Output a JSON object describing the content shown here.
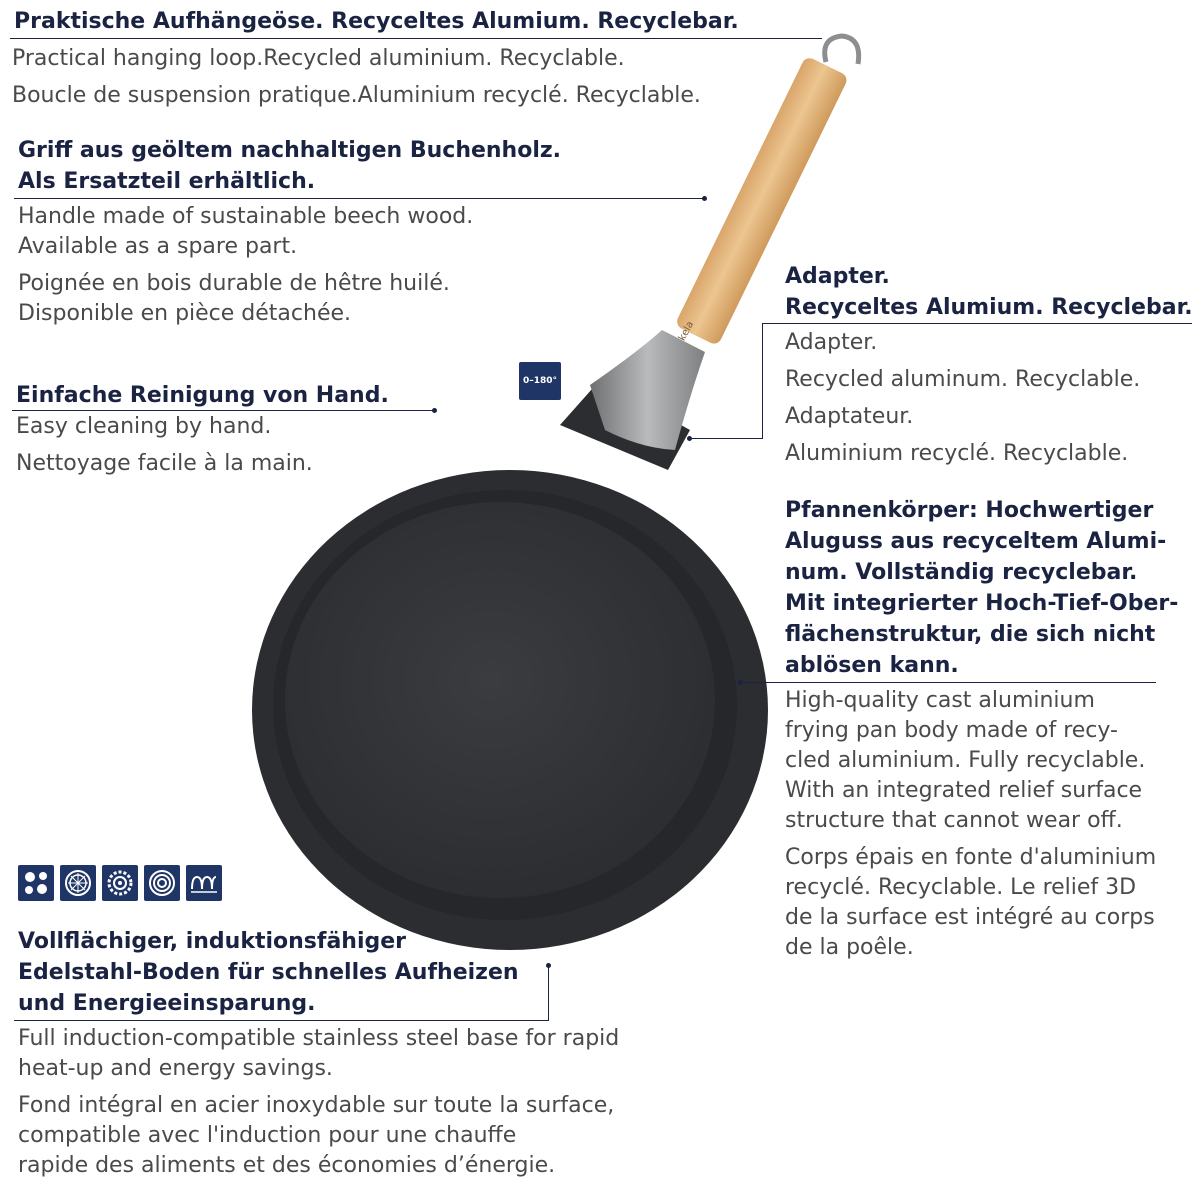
{
  "callouts": {
    "hanging": {
      "de": "Praktische Aufhängeöse. Recyceltes Alumium. Recyclebar.",
      "en": "Practical hanging loop.Recycled aluminium. Recyclable.",
      "fr": "Boucle de suspension pratique.Aluminium recyclé. Recyclable."
    },
    "handle": {
      "de1": "Griff aus geöltem nachhaltigen Buchenholz.",
      "de2": "Als Ersatzteil erhältlich.",
      "en1": "Handle made of sustainable beech wood.",
      "en2": "Available as a spare part.",
      "fr1": "Poignée en bois durable de hêtre huilé.",
      "fr2": "Disponible en pièce détachée."
    },
    "cleaning": {
      "de": "Einfache Reinigung von Hand.",
      "en": "Easy cleaning by hand.",
      "fr": "Nettoyage facile à la main."
    },
    "adapter": {
      "de1": "Adapter.",
      "de2": "Recyceltes Alumium. Recyclebar.",
      "en1": "Adapter.",
      "en2": "Recycled aluminum. Recyclable.",
      "fr1": "Adaptateur.",
      "fr2": "Aluminium recyclé. Recyclable."
    },
    "body": {
      "de": [
        "Pfannenkörper: Hochwertiger",
        "Aluguss aus recyceltem Alumi-",
        "num. Vollständig recyclebar.",
        "Mit integrierter Hoch-Tief-Ober-",
        "flächenstruktur, die sich nicht",
        "ablösen kann."
      ],
      "en": [
        "High-quality cast aluminium",
        "frying pan body made of recy-",
        "cled aluminium. Fully recyclable.",
        "With an integrated relief surface",
        "structure that cannot wear off."
      ],
      "fr": [
        "Corps épais en fonte d'aluminium",
        "recyclé. Recyclable. Le relief 3D",
        "de la surface est intégré au corps",
        "de la poêle."
      ]
    },
    "base": {
      "de": [
        "Vollflächiger, induktionsfähiger",
        "Edelstahl-Boden für schnelles Aufheizen",
        "und Energieeinsparung."
      ],
      "en": [
        "Full induction-compatible stainless steel base for rapid",
        "heat-up and energy savings."
      ],
      "fr": [
        "Fond intégral en acier inoxydable sur toute la surface,",
        "compatible avec l'induction pour une chauffe",
        "rapide des aliments et des économies d’énergie."
      ]
    }
  },
  "oven_badge": "0–180°",
  "brand_mark": "kela",
  "hob_icons": [
    "electric-hob-icon",
    "ceramic-hob-icon",
    "gas-hob-icon",
    "halogen-hob-icon",
    "induction-hob-icon"
  ],
  "colors": {
    "navy": "#1b2342",
    "icon_bg": "#1f3566",
    "pan": "#2b2d31",
    "wood": "#e2b47e",
    "steel": "#8d8e90"
  }
}
